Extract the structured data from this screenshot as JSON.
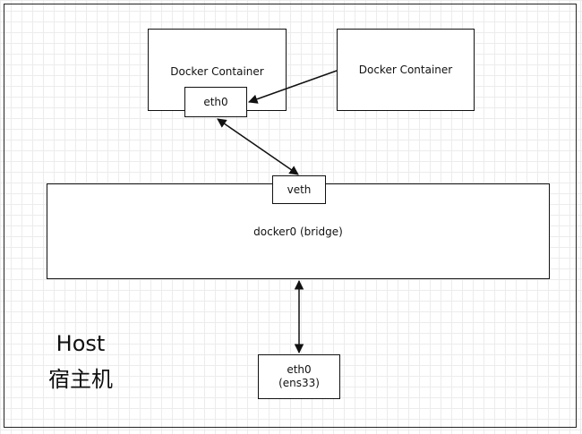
{
  "host": {
    "label": "Host",
    "label_zh": "宿主机"
  },
  "containers": [
    {
      "title": "Docker Container",
      "interface": "eth0"
    },
    {
      "title": "Docker Container"
    }
  ],
  "bridge": {
    "label": "docker0 (bridge)",
    "interface": "veth"
  },
  "host_nic": {
    "name": "eth0",
    "device": "(ens33)"
  }
}
